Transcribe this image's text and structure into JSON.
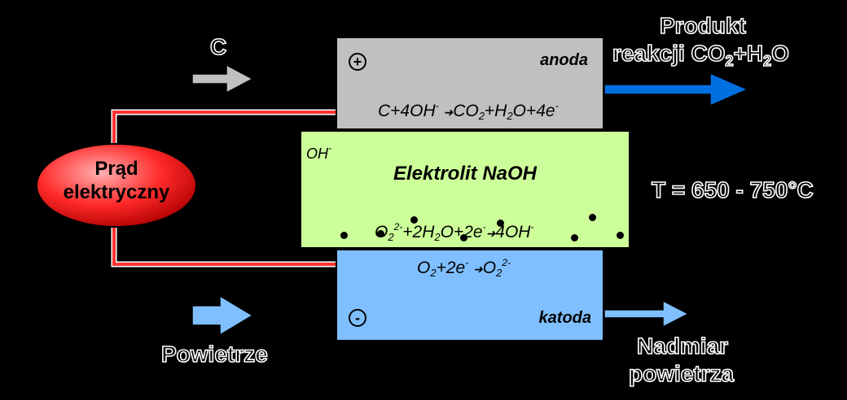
{
  "inputs": {
    "carbon": "C",
    "air": "Powietrze"
  },
  "outputs": {
    "product_line1": "Produkt",
    "product_line2_a": "reakcji CO",
    "product_line2_sub": "2",
    "product_line2_b": "+H",
    "product_line2_sub2": "2",
    "product_line2_c": "O",
    "excess_line1": "Nadmiar",
    "excess_line2": "powietrza"
  },
  "power": {
    "line1": "Prąd",
    "line2": "elektryczny"
  },
  "anode": {
    "label": "anoda",
    "sign": "+",
    "eq": {
      "a": "C+4OH",
      "a_sup": "-",
      "arrow": "➜",
      "b": "CO",
      "b_sub": "2",
      "c": "+H",
      "c_sub": "2",
      "d": "O+4e",
      "d_sup": "-"
    }
  },
  "electrolyte": {
    "label": "Elektrolit NaOH",
    "ion": "OH",
    "ion_sup": "-",
    "eq": {
      "a": "O",
      "a_sub": "2",
      "a_sup": "2-",
      "b": "+2H",
      "b_sub": "2",
      "c": "O+2e",
      "c_sup": "-",
      "arrow": "➜",
      "d": "4OH",
      "d_sup": "-"
    }
  },
  "cathode": {
    "label": "katoda",
    "sign": "-",
    "eq": {
      "a": "O",
      "a_sub": "2",
      "b": "+2e",
      "b_sup": "-",
      "arrow": "➜",
      "c": "O",
      "c_sub": "2",
      "c_sup": "2-"
    }
  },
  "temperature": {
    "text": "T = 650 - 750°C"
  },
  "colors": {
    "background": "#000000",
    "anode": "#c0c0c0",
    "electrolyte": "#ccff99",
    "cathode": "#7fbfff",
    "wire": "#ff3333",
    "product_arrow": "#0070e0",
    "air_arrow": "#7fbfff"
  }
}
